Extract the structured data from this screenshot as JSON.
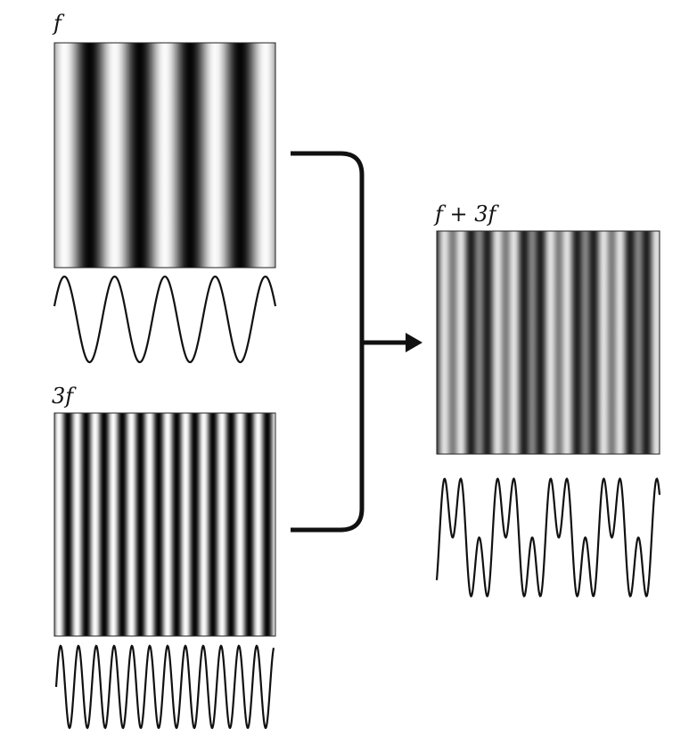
{
  "labels": {
    "f": "f",
    "three_f": "3f",
    "sum": "f + 3f"
  },
  "gratings": {
    "f": {
      "cycles": 4.4,
      "phase": 0.05,
      "harmonic_amp": 0
    },
    "three_f": {
      "cycles": 12.2,
      "phase": 0.0,
      "harmonic_amp": 0
    },
    "sum": {
      "cycles": 4.2,
      "phase": -0.05,
      "harmonic_amp": 1
    }
  },
  "colors": {
    "ink": "#111111",
    "background": "#ffffff"
  }
}
